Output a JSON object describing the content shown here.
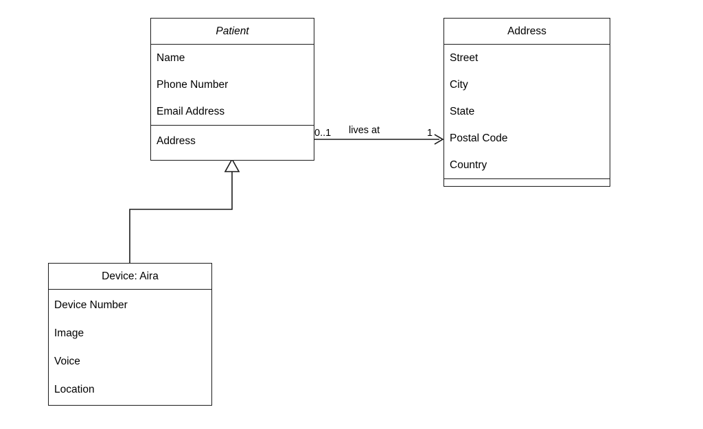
{
  "diagram": {
    "type": "uml-class-diagram",
    "background_color": "#ffffff",
    "line_color": "#1a1a1a",
    "classes": [
      {
        "id": "patient",
        "name": "Patient",
        "title_style": "italic",
        "compartments": [
          {
            "id": "attributes",
            "items": [
              "Name",
              "Phone Number",
              "Email Address"
            ]
          },
          {
            "id": "association-attribute",
            "items": [
              "Address"
            ]
          }
        ]
      },
      {
        "id": "address",
        "name": "Address",
        "title_style": "normal",
        "compartments": [
          {
            "id": "attributes",
            "items": [
              "Street",
              "City",
              "State",
              "Postal Code",
              "Country"
            ]
          },
          {
            "id": "operations",
            "items": []
          }
        ]
      },
      {
        "id": "device",
        "name": "Device: Aira",
        "title_style": "normal",
        "compartments": [
          {
            "id": "attributes",
            "items": [
              "Device Number",
              "Image",
              "Voice",
              "Location"
            ]
          }
        ]
      }
    ],
    "relationships": [
      {
        "id": "patient-lives-at-address",
        "kind": "association",
        "label": "lives at",
        "source": "Patient",
        "target": "Address",
        "source_multiplicity": "0..1",
        "target_multiplicity": "1",
        "arrow": "open-arrow"
      },
      {
        "id": "device-generalizes-patient",
        "kind": "generalization",
        "label": "",
        "source": "Device: Aira",
        "target": "Patient",
        "arrow": "hollow-triangle"
      }
    ]
  }
}
